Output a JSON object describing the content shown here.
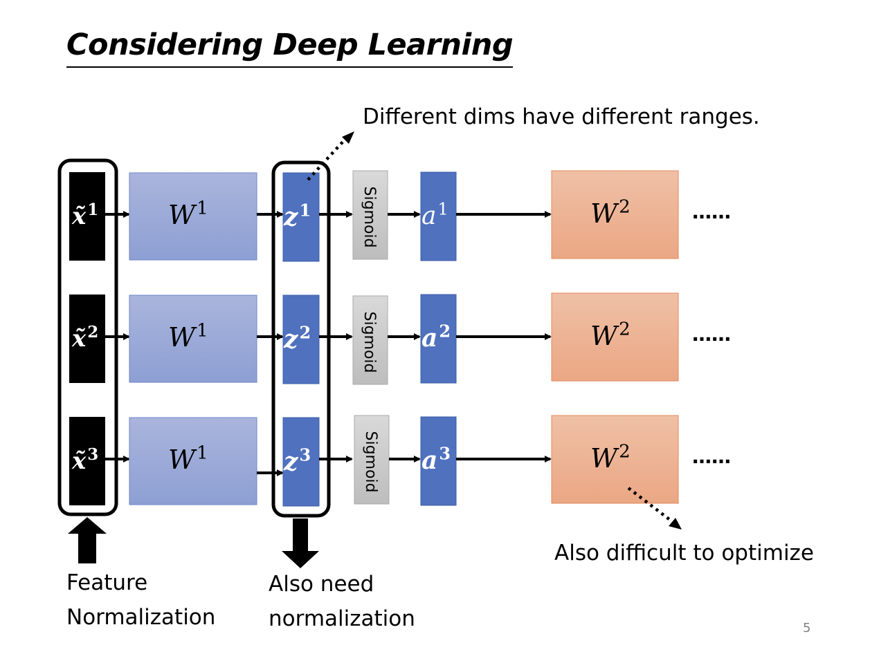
{
  "slide": {
    "title": "Considering Deep Learning",
    "page_number": "5"
  },
  "annotations": {
    "top": "Different dims have different ranges.",
    "bottom_right": "Also difficult to optimize",
    "feature_norm_line1": "Feature",
    "feature_norm_line2": "Normalization",
    "also_need_line1": "Also need",
    "also_need_line2": "normalization"
  },
  "rows": [
    {
      "input": "x̃",
      "input_sup": "1",
      "w1": "W",
      "w1_sup": "1",
      "z": "z",
      "z_sup": "1",
      "act": "Sigmoid",
      "a": "a",
      "a_sup": "1",
      "w2": "W",
      "w2_sup": "2",
      "ellipsis": "……"
    },
    {
      "input": "x̃",
      "input_sup": "2",
      "w1": "W",
      "w1_sup": "1",
      "z": "z",
      "z_sup": "2",
      "act": "Sigmoid",
      "a": "a",
      "a_sup": "2",
      "w2": "W",
      "w2_sup": "2",
      "ellipsis": "……"
    },
    {
      "input": "x̃",
      "input_sup": "3",
      "w1": "W",
      "w1_sup": "1",
      "z": "z",
      "z_sup": "3",
      "act": "Sigmoid",
      "a": "a",
      "a_sup": "3",
      "w2": "W",
      "w2_sup": "2",
      "ellipsis": "……"
    }
  ],
  "colors": {
    "input_box": "#000000",
    "w1_top": "#aab5dc",
    "w1_bottom": "#8d9fd3",
    "z_box": "#4f71be",
    "sigmoid_top": "#d6d6d6",
    "sigmoid_bottom": "#bfbfbf",
    "a_box": "#4f71be",
    "w2_top": "#efc0a6",
    "w2_bottom": "#eba784"
  }
}
